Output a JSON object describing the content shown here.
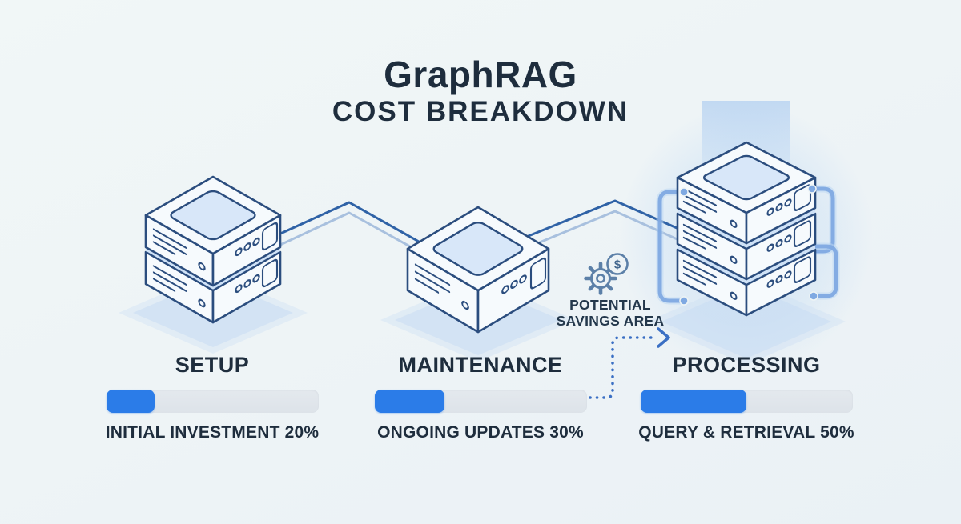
{
  "title": "GraphRAG",
  "subtitle": "COST BREAKDOWN",
  "savings": {
    "line1": "POTENTIAL",
    "line2": "SAVINGS AREA",
    "icon": "gear-dollar",
    "currency_symbol": "$"
  },
  "stages": [
    {
      "name": "setup",
      "label": "SETUP",
      "caption": "INITIAL INVESTMENT 20%",
      "percent": 20,
      "fill_percent": 23
    },
    {
      "name": "maintenance",
      "label": "MAINTENANCE",
      "caption": "ONGOING UPDATES 30%",
      "percent": 30,
      "fill_percent": 33
    },
    {
      "name": "processing",
      "label": "PROCESSING",
      "caption": "QUERY & RETRIEVAL 50%",
      "percent": 50,
      "fill_percent": 50
    }
  ],
  "illustrations": {
    "left_server": "server-stack-2-units",
    "middle_server": "server-single-unit",
    "right_server": "server-stack-3-units-highlighted"
  },
  "colors": {
    "accent_blue": "#2b7ce8",
    "bar_track": "#dfe4ea",
    "ink": "#1e2d3d",
    "outline_blue": "#2b4d7e",
    "glow_blue": "#9cc2ef",
    "dotted_blue": "#3a6fc4"
  },
  "chart_data": {
    "type": "bar",
    "title": "GraphRAG Cost Breakdown",
    "categories": [
      "SETUP",
      "MAINTENANCE",
      "PROCESSING"
    ],
    "values": [
      20,
      30,
      50
    ],
    "value_labels": [
      "INITIAL INVESTMENT 20%",
      "ONGOING UPDATES 30%",
      "QUERY & RETRIEVAL 50%"
    ],
    "unit": "%",
    "annotation": "POTENTIAL SAVINGS AREA"
  }
}
